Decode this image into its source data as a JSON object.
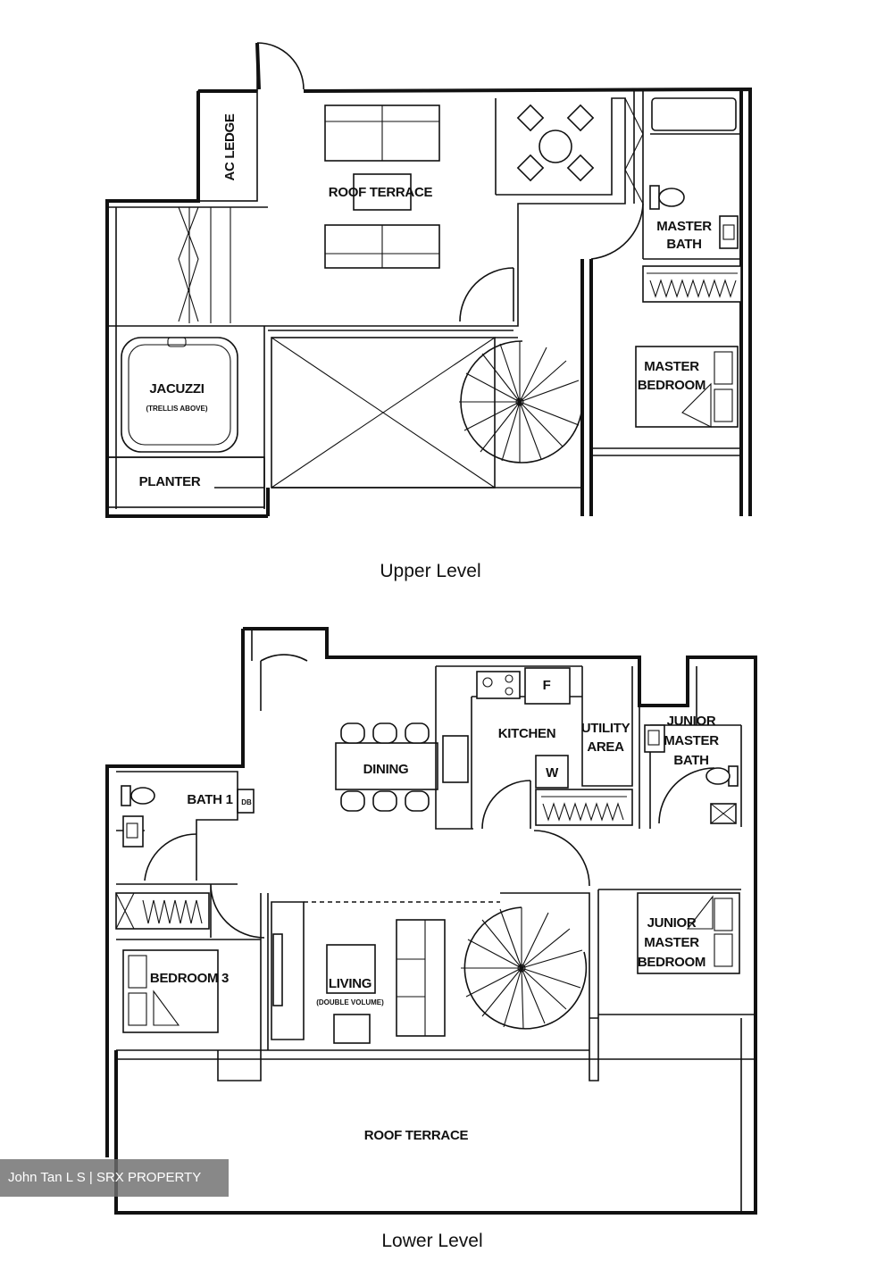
{
  "upper": {
    "caption": "Upper Level",
    "rooms": {
      "ac_ledge": "AC LEDGE",
      "roof_terrace": "ROOF TERRACE",
      "master_bath": [
        "MASTER",
        "BATH"
      ],
      "jacuzzi": "JACUZZI",
      "jacuzzi_note": "(TRELLIS ABOVE)",
      "master_bedroom": [
        "MASTER",
        "BEDROOM"
      ],
      "planter": "PLANTER"
    }
  },
  "lower": {
    "caption": "Lower Level",
    "rooms": {
      "dining": "DINING",
      "kitchen": "KITCHEN",
      "fridge": "F",
      "washer": "W",
      "utility": [
        "UTILITY",
        "AREA"
      ],
      "junior_master_bath": [
        "JUNIOR",
        "MASTER",
        "BATH"
      ],
      "bath1": "BATH 1",
      "db": "DB",
      "bedroom3": "BEDROOM 3",
      "living": "LIVING",
      "living_note": "(DOUBLE VOLUME)",
      "junior_master_bedroom": [
        "JUNIOR",
        "MASTER",
        "BEDROOM"
      ],
      "roof_terrace": "ROOF TERRACE"
    }
  },
  "watermark": "John Tan L S | SRX PROPERTY"
}
